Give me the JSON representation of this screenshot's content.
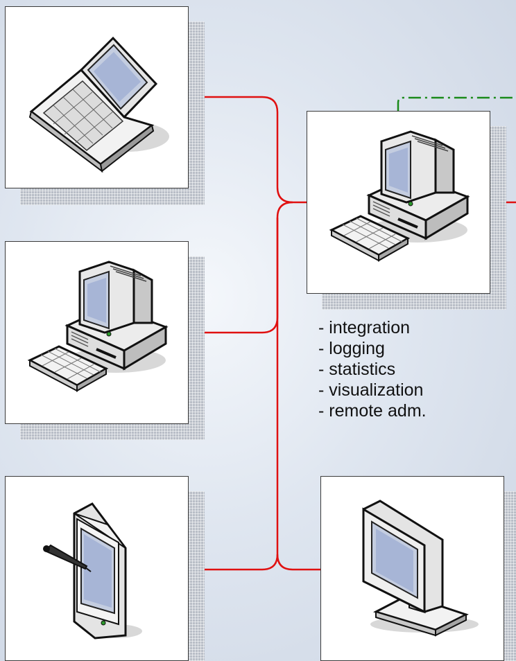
{
  "nodes": [
    {
      "id": "laptop",
      "icon": "laptop-icon"
    },
    {
      "id": "desktop-client",
      "icon": "desktop-computer-icon"
    },
    {
      "id": "tablet",
      "icon": "tablet-with-stylus-icon"
    },
    {
      "id": "server",
      "icon": "desktop-computer-icon"
    },
    {
      "id": "monitor",
      "icon": "monitor-icon"
    }
  ],
  "server_features": [
    "- integration",
    "- logging",
    "- statistics",
    "- visualization",
    "- remote adm."
  ],
  "colors": {
    "client_link": "#e01010",
    "external_link": "#1a8a1a",
    "background": "#dfe6f0",
    "box_border": "#3a3a3a"
  }
}
